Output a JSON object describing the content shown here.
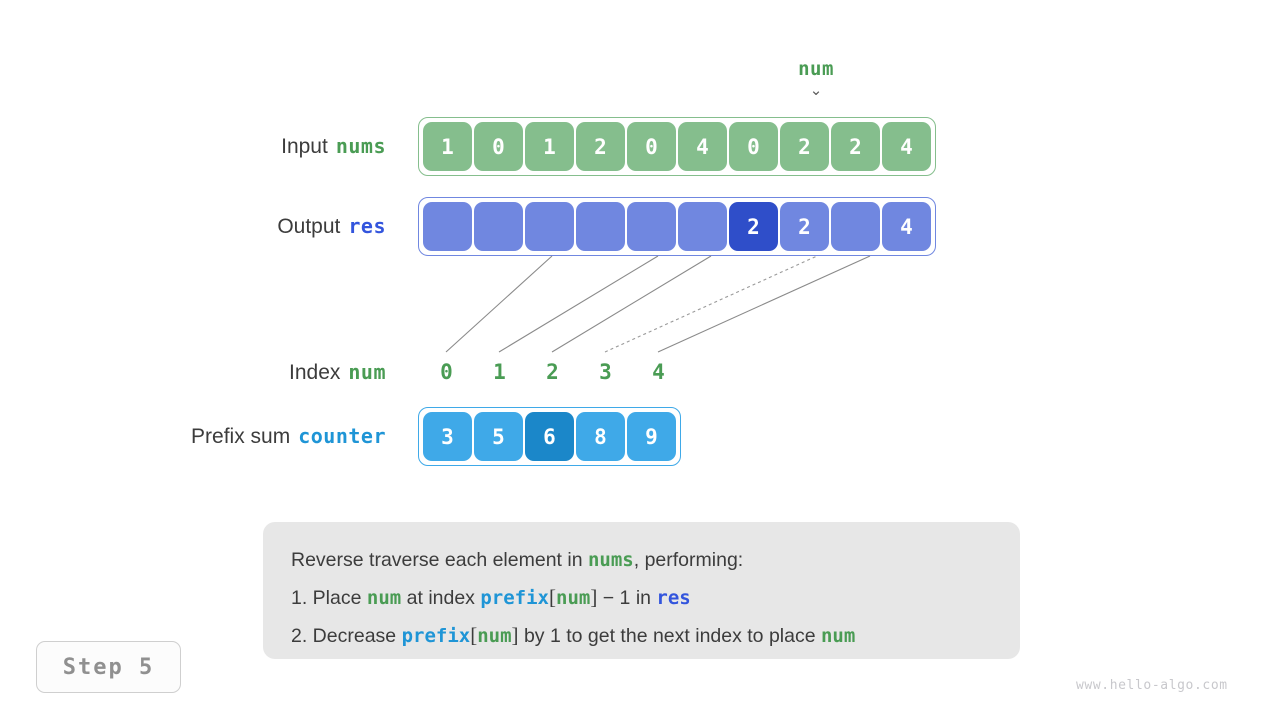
{
  "pointer": {
    "label": "num",
    "arrow": "⌄",
    "target_index": 7
  },
  "rows": {
    "input": {
      "label": "Input",
      "var": "nums",
      "values": [
        "1",
        "0",
        "1",
        "2",
        "0",
        "4",
        "0",
        "2",
        "2",
        "4"
      ]
    },
    "output": {
      "label": "Output",
      "var": "res",
      "values": [
        "",
        "",
        "",
        "",
        "",
        "",
        "2",
        "2",
        "",
        "4"
      ],
      "highlight_index": 6
    },
    "index": {
      "label": "Index",
      "var": "num",
      "values": [
        "0",
        "1",
        "2",
        "3",
        "4"
      ]
    },
    "prefix": {
      "label": "Prefix sum",
      "var": "counter",
      "values": [
        "3",
        "5",
        "6",
        "8",
        "9"
      ],
      "highlight_index": 2
    }
  },
  "caption": {
    "line1_a": "Reverse traverse each element in ",
    "line1_nums": "nums",
    "line1_b": ", performing:",
    "line2_a": "1. Place ",
    "line2_num": "num",
    "line2_b": " at index ",
    "line2_prefix": "prefix",
    "line2_lb": "[",
    "line2_num2": "num",
    "line2_rb": "]",
    "line2_c": " − 1 in ",
    "line2_res": "res",
    "line3_a": "2. Decrease ",
    "line3_prefix": "prefix",
    "line3_lb": "[",
    "line3_num": "num",
    "line3_rb": "]",
    "line3_b": " by 1 to get the next index to place ",
    "line3_num2": "num"
  },
  "step_badge": "Step 5",
  "watermark": "www.hello-algo.com",
  "colors": {
    "green": "#85be8d",
    "green_text": "#4a9c54",
    "blue": "#7087e0",
    "blue_highlight": "#2f4ec9",
    "blue_text": "#3355dd",
    "cyan": "#3fa9e8",
    "cyan_highlight": "#1b87c9",
    "cyan_text": "#1f95d6",
    "caption_bg": "#e7e7e7"
  }
}
